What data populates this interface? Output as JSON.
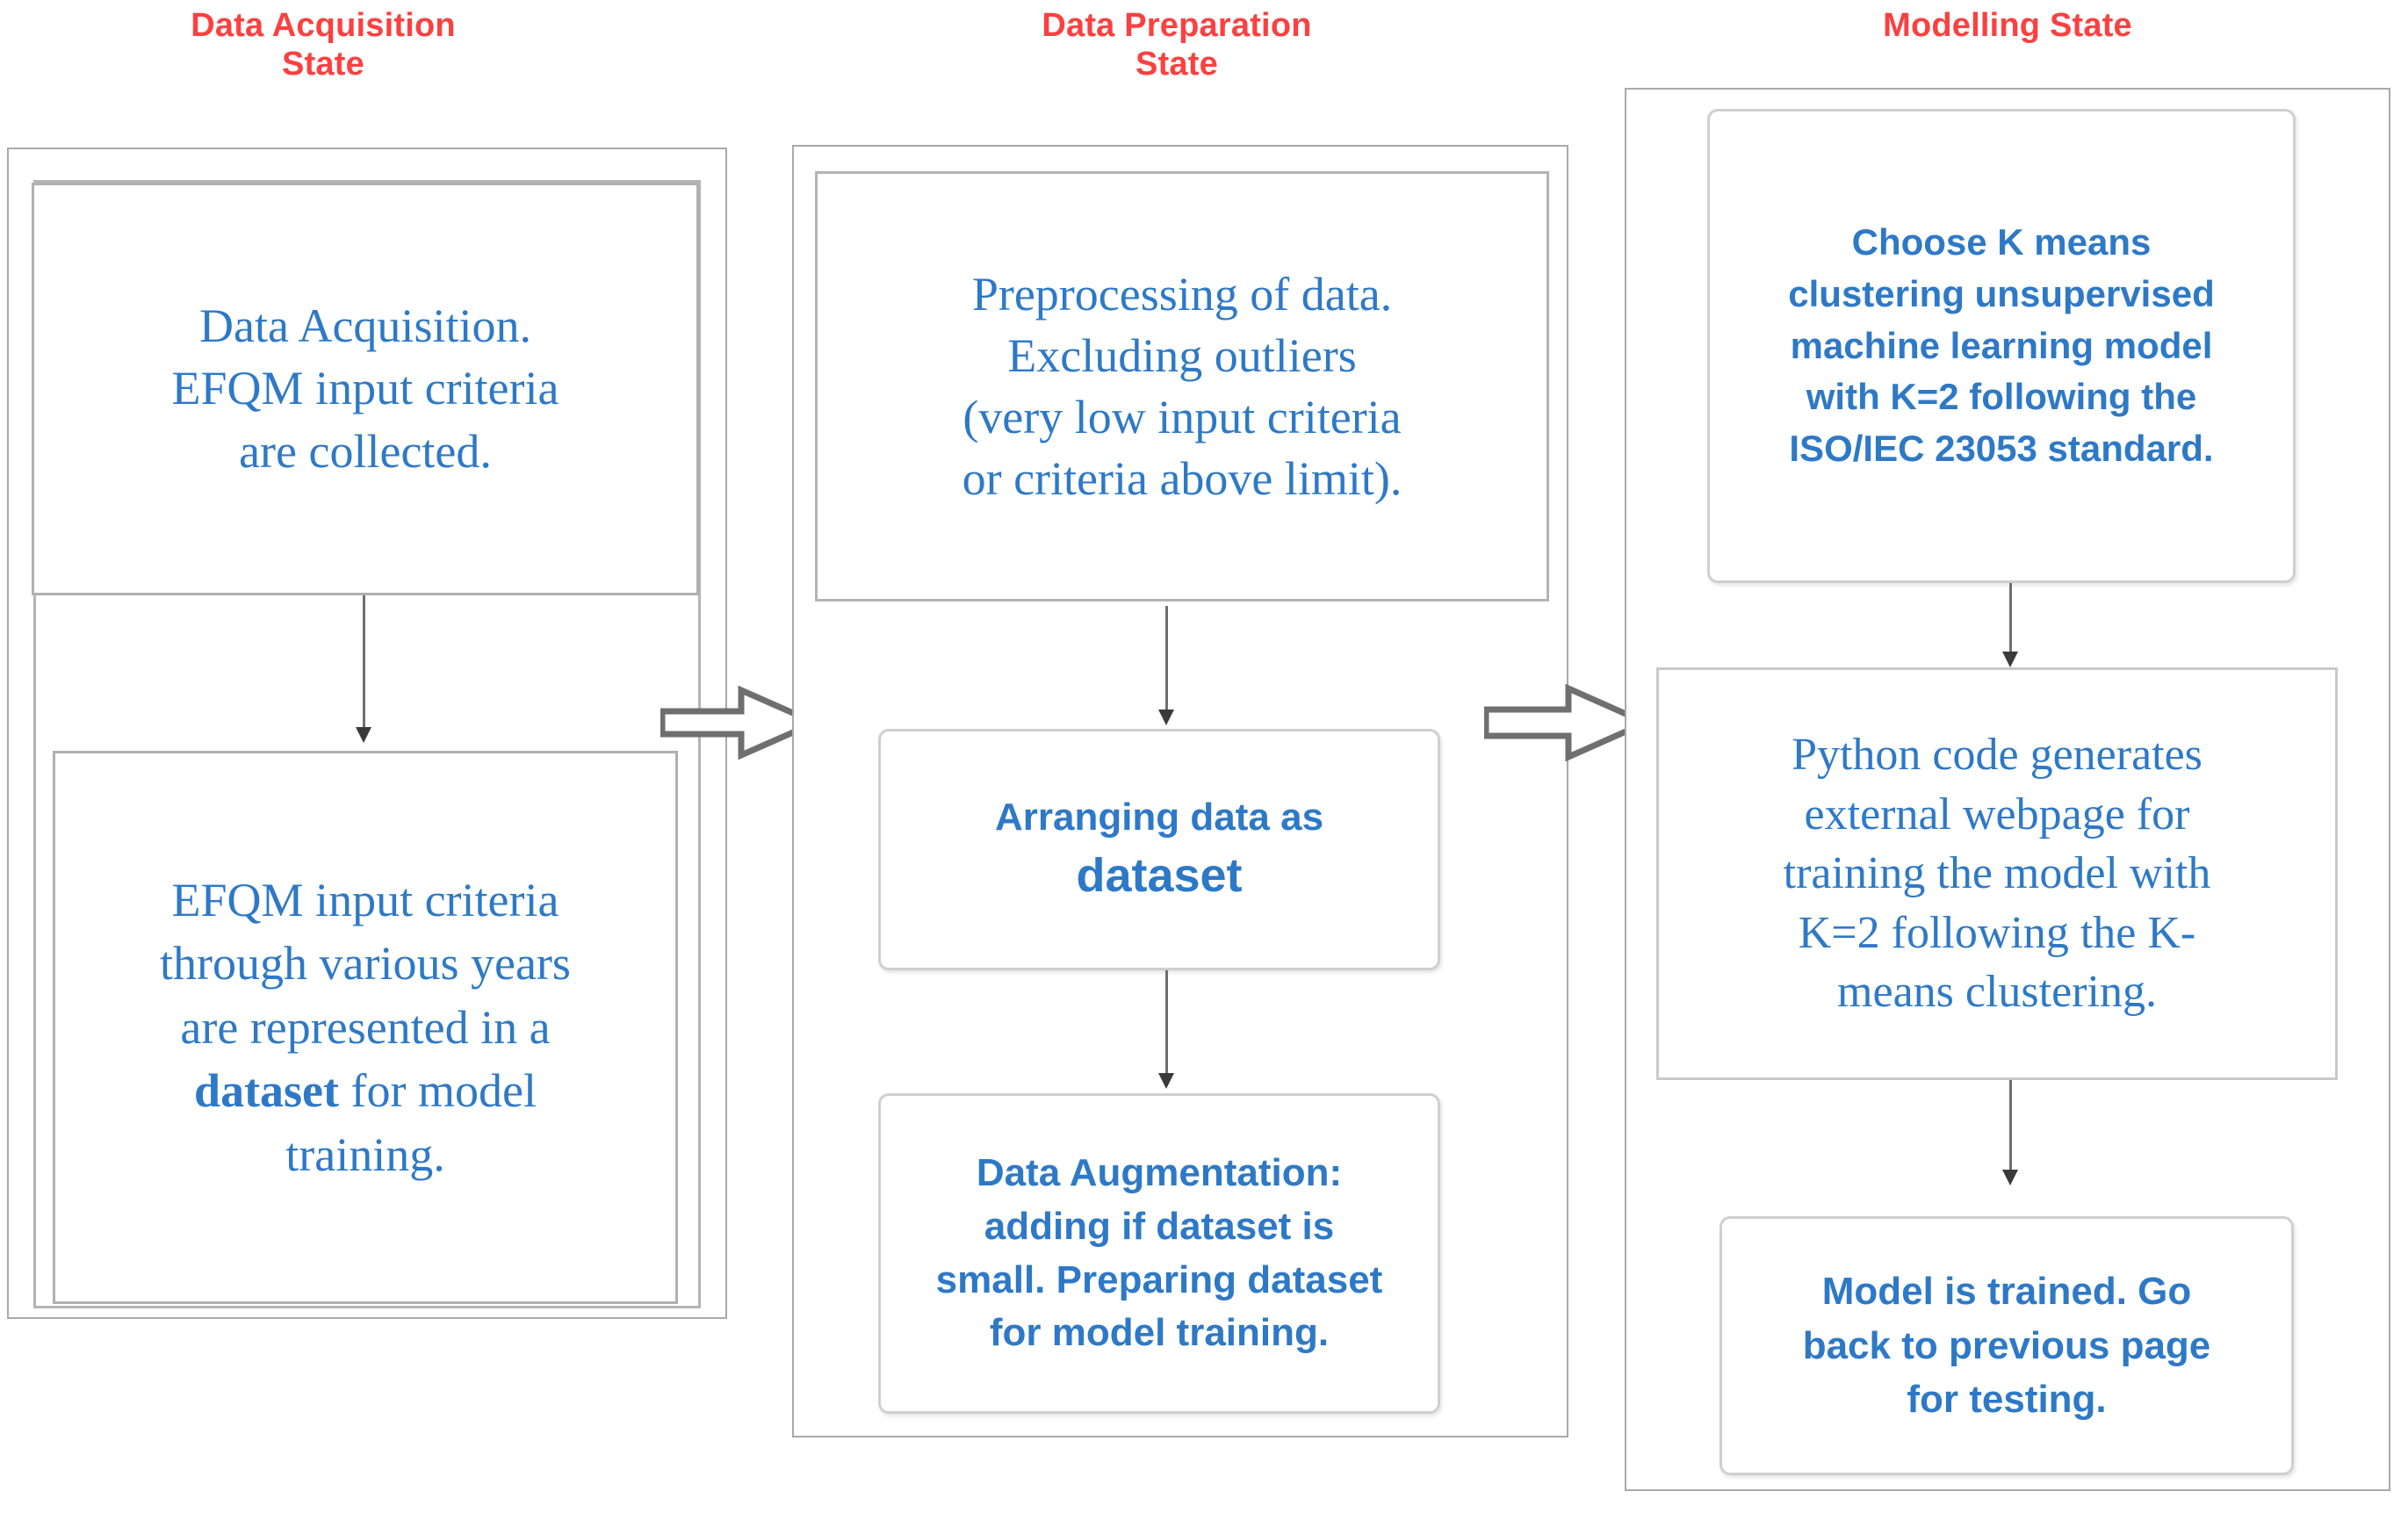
{
  "diagram": {
    "title_colors": {
      "header_red": "#FC4040",
      "node_blue": "#2E79C7",
      "border_grey": "#b0b0b0"
    },
    "columns": [
      {
        "header": "Data Acquisition\nState",
        "header_line1": "Data Acquisition",
        "header_line2": "State",
        "nodes": [
          {
            "id": "acq-1",
            "style": "serif",
            "lines": [
              "Data Acquisition.",
              "EFQM input criteria",
              "are collected."
            ],
            "text": "Data Acquisition. EFQM input criteria are collected."
          },
          {
            "id": "acq-2",
            "style": "serif",
            "lines": [
              "EFQM input criteria",
              "through various years",
              "are represented in a",
              "dataset for model",
              "training."
            ],
            "text": "EFQM input criteria through various years are represented in a dataset for model training.",
            "emphasis": "dataset"
          }
        ]
      },
      {
        "header": "Data Preparation\nState",
        "header_line1": "Data Preparation",
        "header_line2": "State",
        "nodes": [
          {
            "id": "prep-1",
            "style": "serif",
            "lines": [
              "Preprocessing of data.",
              "Excluding outliers",
              "(very low input criteria",
              "or criteria above limit)."
            ],
            "text": "Preprocessing of data. Excluding outliers (very low input criteria or criteria above limit)."
          },
          {
            "id": "prep-2",
            "style": "sans",
            "lines": [
              "Arranging data as",
              "dataset"
            ],
            "text": "Arranging data as dataset",
            "emphasis": "dataset"
          },
          {
            "id": "prep-3",
            "style": "sans",
            "lines": [
              "Data Augmentation:",
              "adding if dataset is",
              "small. Preparing dataset",
              "for model training."
            ],
            "text": "Data Augmentation: adding if dataset is small. Preparing dataset for model training."
          }
        ]
      },
      {
        "header": "Modelling State",
        "header_line1": "Modelling State",
        "header_line2": "",
        "nodes": [
          {
            "id": "model-1",
            "style": "sans",
            "lines": [
              "Choose K means",
              "clustering unsupervised",
              "machine learning model",
              "with K=2 following the",
              "ISO/IEC 23053 standard."
            ],
            "text": "Choose K means clustering unsupervised machine learning model with K=2 following the ISO/IEC 23053 standard."
          },
          {
            "id": "model-2",
            "style": "serif",
            "lines": [
              "Python code generates",
              "external webpage for",
              "training the model with",
              "K=2 following the K-",
              "means clustering."
            ],
            "text": "Python code generates external webpage for training the model with K=2 following the K-means clustering."
          },
          {
            "id": "model-3",
            "style": "sans",
            "lines": [
              "Model is trained. Go",
              "back to previous page",
              "for testing."
            ],
            "text": "Model is trained. Go back to previous page for testing."
          }
        ]
      }
    ],
    "stage_arrows": [
      {
        "id": "arrow-acq-to-prep",
        "from": "Data Acquisition State",
        "to": "Data Preparation State"
      },
      {
        "id": "arrow-prep-to-model",
        "from": "Data Preparation State",
        "to": "Modelling State"
      }
    ],
    "flow_connectors": [
      {
        "id": "conn-acq-1-2",
        "from": "acq-1",
        "to": "acq-2"
      },
      {
        "id": "conn-prep-1-2",
        "from": "prep-1",
        "to": "prep-2"
      },
      {
        "id": "conn-prep-2-3",
        "from": "prep-2",
        "to": "prep-3"
      },
      {
        "id": "conn-model-1-2",
        "from": "model-1",
        "to": "model-2"
      },
      {
        "id": "conn-model-2-3",
        "from": "model-2",
        "to": "model-3"
      }
    ]
  }
}
